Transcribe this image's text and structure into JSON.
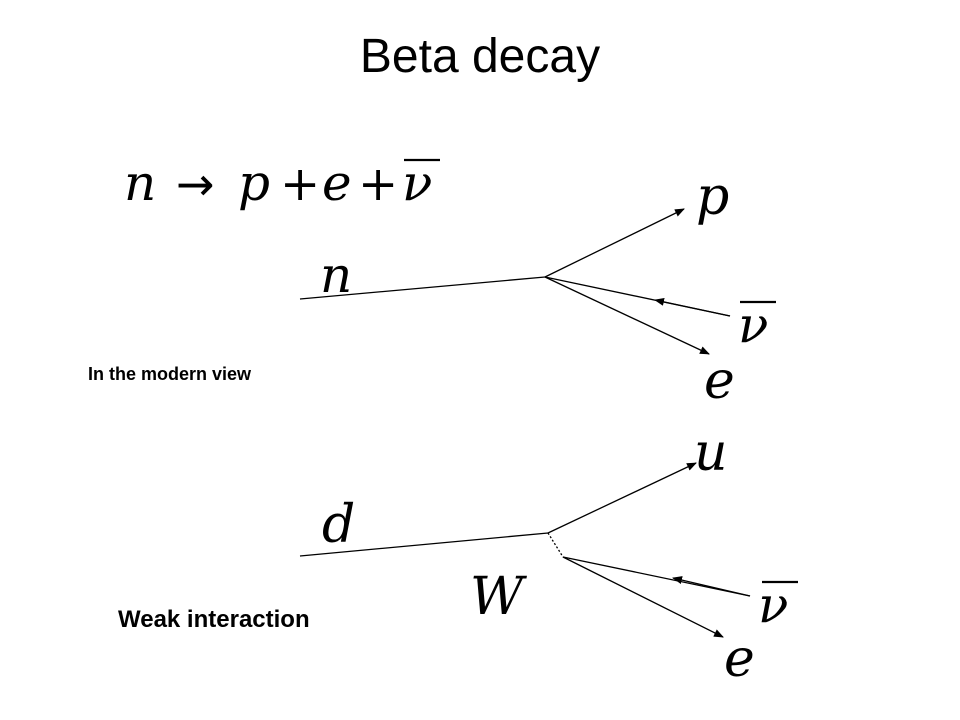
{
  "slide": {
    "title": "Beta decay",
    "caption_modern": "In the modern view",
    "caption_weak": "Weak interaction"
  },
  "equation": {
    "lhs": "n",
    "arrow": "→",
    "rhs_1": "p",
    "plus_1": "+",
    "rhs_2": "e",
    "plus_2": "+",
    "rhs_3": "ν"
  },
  "diagram_top": {
    "incoming": "n",
    "out_1": "p",
    "out_2": "ν",
    "out_3": "e"
  },
  "diagram_bottom": {
    "incoming": "d",
    "boson": "W",
    "out_1": "u",
    "out_2": "ν",
    "out_3": "e"
  }
}
